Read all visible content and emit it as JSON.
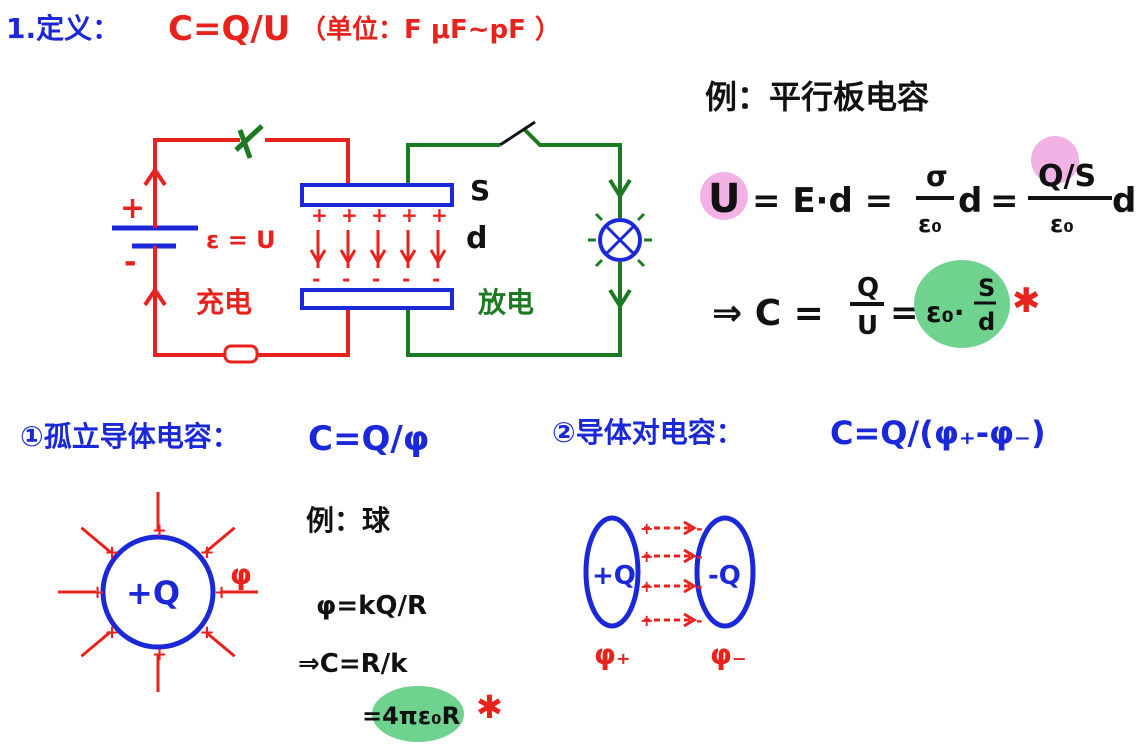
{
  "colors": {
    "black": "#111111",
    "red": "#e8221c",
    "blue": "#1a28d8",
    "green": "#1e7a22",
    "pink": "#f2b2e6",
    "mint": "#6fd28e"
  },
  "line1": {
    "title": "1.定义：",
    "formula": "C=Q/U",
    "unit": "（单位：F   μF~pF ）"
  },
  "example_title": "例：平行板电容",
  "derivation": {
    "u_label": "U",
    "eq1_a": "= E·d =",
    "sigma": "σ",
    "eps0": "ε₀",
    "d1": "d",
    "qs": "Q/S",
    "d2": "d",
    "result_prefix": "⇒ C =",
    "q": "Q",
    "u": "U",
    "result_box_eps": "ε₀·",
    "s": "S",
    "d": "d",
    "star": "✱"
  },
  "circuit": {
    "plate_s": "S",
    "plate_d": "d",
    "emf_label": "ε = U",
    "plus": "+",
    "minus": "-",
    "charge_label": "充电",
    "discharge_label": "放电",
    "bulb_symbol": "⊗"
  },
  "section1": {
    "title": "①孤立导体电容：",
    "formula": "C=Q/φ",
    "charge": "+Q",
    "phi": "φ",
    "example": "例：球",
    "phi_eq": "φ=kQ/R",
    "cap_eq": "⇒C=R/k",
    "final": "=4πε₀R",
    "star": "✱"
  },
  "section2": {
    "title": "②导体对电容：",
    "formula": "C=Q/(φ₊-φ₋)",
    "pos": "+Q",
    "neg": "-Q",
    "phi_pos": "φ₊",
    "phi_neg": "φ₋"
  }
}
